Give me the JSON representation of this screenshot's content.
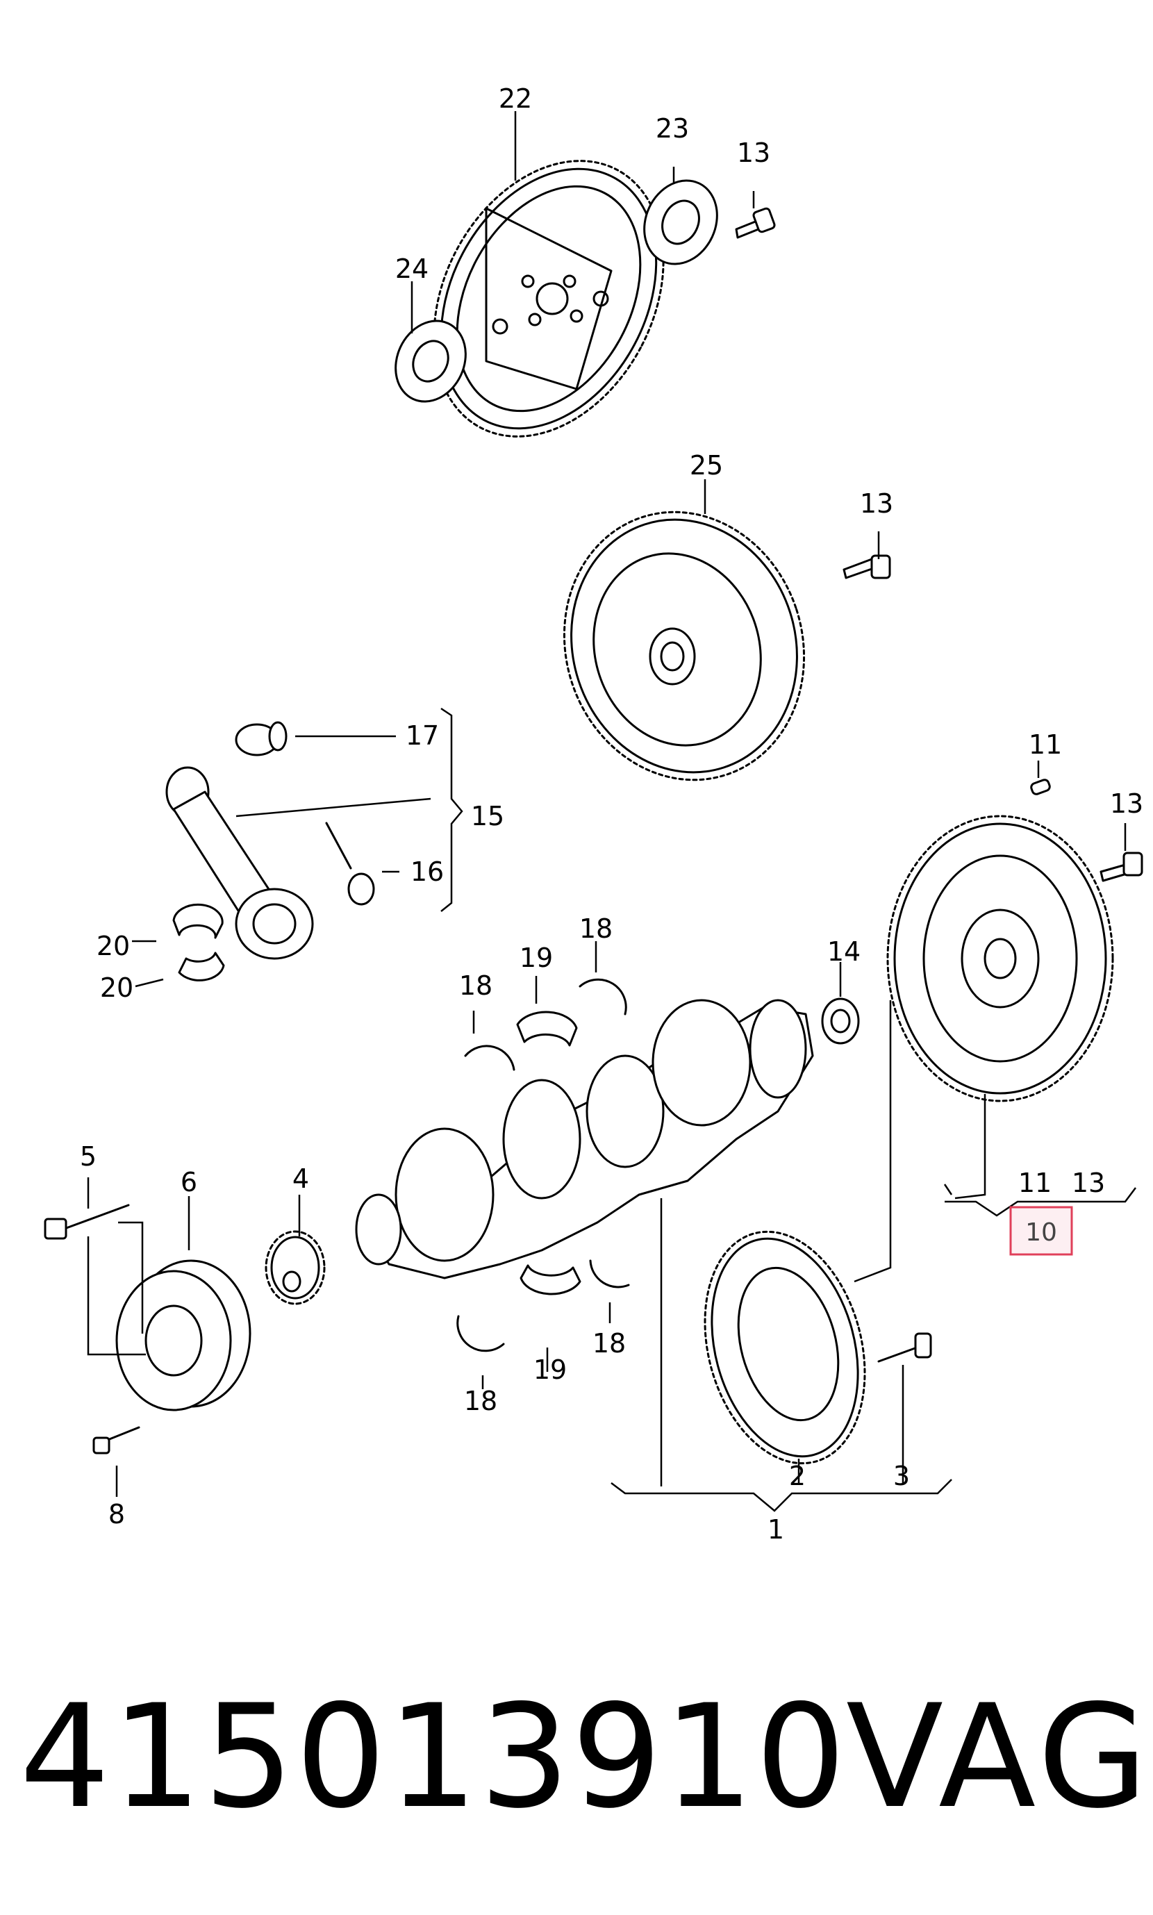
{
  "diagram": {
    "labels": {
      "l1": "1",
      "l2": "2",
      "l3": "3",
      "l4": "4",
      "l5": "5",
      "l6": "6",
      "l8": "8",
      "l10": "10",
      "l11a": "11",
      "l11b": "11",
      "l13a": "13",
      "l13b": "13",
      "l13c": "13",
      "l13d": "13",
      "l14": "14",
      "l15": "15",
      "l16": "16",
      "l17": "17",
      "l18a": "18",
      "l18b": "18",
      "l18c": "18",
      "l18d": "18",
      "l19a": "19",
      "l19b": "19",
      "l20a": "20",
      "l20b": "20",
      "l22": "22",
      "l23": "23",
      "l24": "24",
      "l25": "25"
    },
    "highlight_color": "#e0405a"
  },
  "footer": {
    "part_number": "415013910",
    "brand": "VAG"
  }
}
